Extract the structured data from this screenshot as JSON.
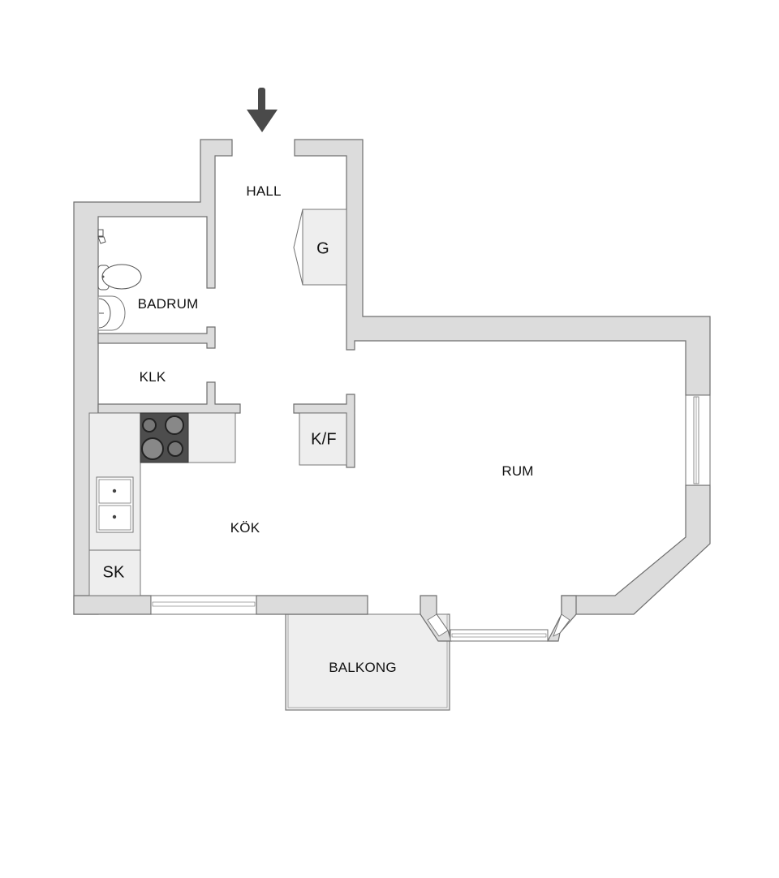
{
  "floorplan": {
    "entrance_arrow": "down-arrow-icon",
    "rooms": {
      "hall": "HALL",
      "badrum": "BADRUM",
      "klk": "KLK",
      "kok": "KÖK",
      "rum": "RUM",
      "balkong": "BALKONG"
    },
    "fixtures": {
      "wardrobe": "G",
      "fridge_freezer": "K/F",
      "cabinet": "SK"
    },
    "colors": {
      "wall_fill": "#dcdcdc",
      "wall_stroke": "#6f6f6f",
      "fixture_fill": "#eeeeee",
      "stove": "#4d4d4d",
      "arrow": "#4a4a4a"
    }
  }
}
